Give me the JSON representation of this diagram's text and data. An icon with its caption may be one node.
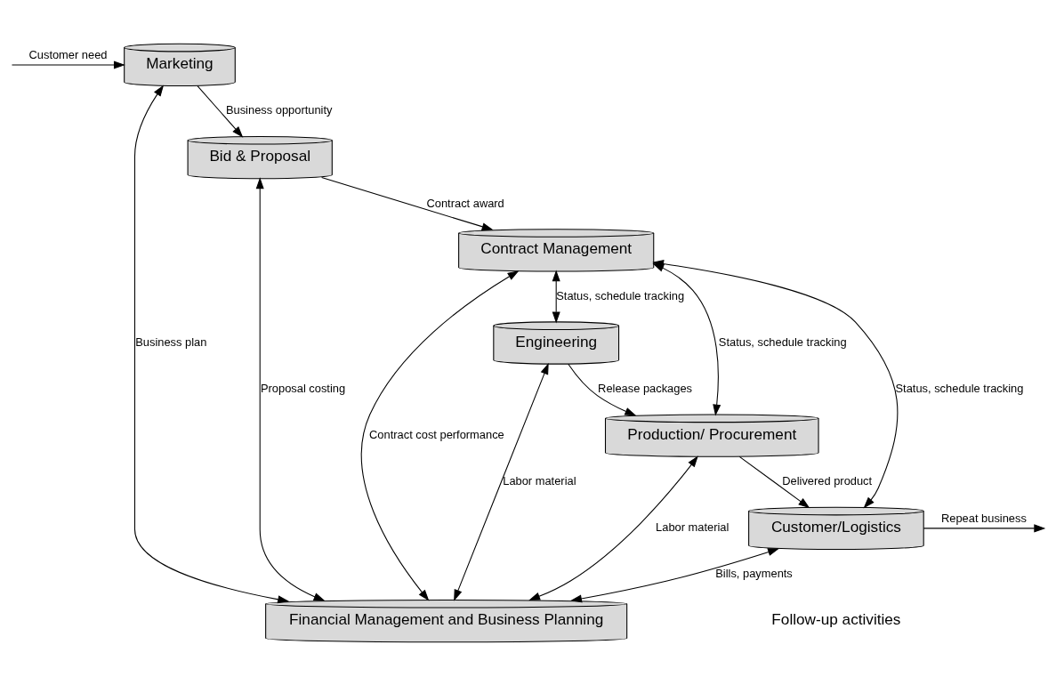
{
  "diagram": {
    "nodes": [
      {
        "text": [
          "Marketing"
        ]
      },
      {
        "text": [
          "Bid & Proposal"
        ]
      },
      {
        "text": [
          "Contract Management"
        ]
      },
      {
        "text": [
          "Engineering"
        ]
      },
      {
        "text": [
          "Production/ Procurement"
        ]
      },
      {
        "text": [
          "Customer/Logistics"
        ]
      },
      {
        "text": [
          "Financial Management and Business Planning"
        ]
      }
    ],
    "edges": [
      {
        "from": null,
        "to": 0,
        "arrow": "to",
        "label": "Customer need"
      },
      {
        "from": 0,
        "to": 1,
        "arrow": "to",
        "label": "Business opportunity"
      },
      {
        "from": 1,
        "to": 2,
        "arrow": "to",
        "label": "Contract award"
      },
      {
        "from": 0,
        "to": 6,
        "arrow": "both",
        "label": "Business plan"
      },
      {
        "from": 1,
        "to": 6,
        "arrow": "both",
        "label": "Proposal costing"
      },
      {
        "from": 2,
        "to": 6,
        "arrow": "both",
        "label": "Contract cost performance"
      },
      {
        "from": 2,
        "to": 3,
        "arrow": "both",
        "label": "Status, schedule tracking"
      },
      {
        "from": 3,
        "to": 4,
        "arrow": "to",
        "label": "Release packages"
      },
      {
        "from": 2,
        "to": 4,
        "arrow": "both",
        "label": "Status, schedule tracking"
      },
      {
        "from": 2,
        "to": 5,
        "arrow": "both",
        "label": "Status, schedule tracking"
      },
      {
        "from": 3,
        "to": 6,
        "arrow": "both",
        "label": "Labor material"
      },
      {
        "from": 4,
        "to": 6,
        "arrow": "both",
        "label": "Labor material"
      },
      {
        "from": 4,
        "to": 5,
        "arrow": "to",
        "label": "Delivered product"
      },
      {
        "from": 5,
        "to": 6,
        "arrow": "both",
        "label": "Bills, payments"
      },
      {
        "from": 5,
        "to": null,
        "arrow": "to",
        "label": "Repeat business"
      }
    ],
    "labels": [
      "Follow-up activities"
    ]
  }
}
